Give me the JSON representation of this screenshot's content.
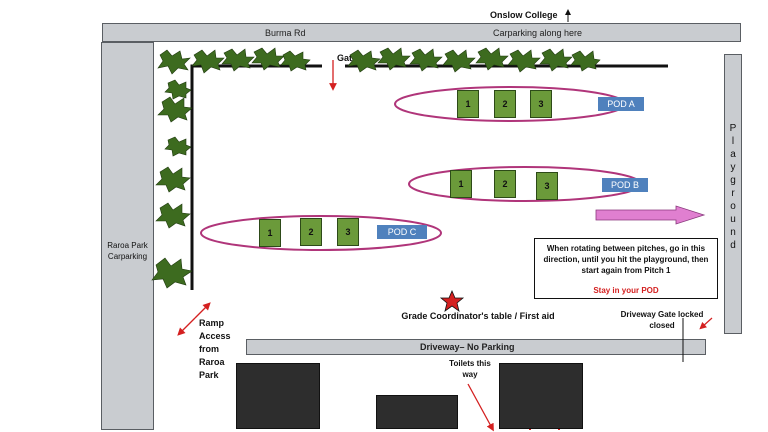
{
  "north_label": "Onslow College",
  "burma_rd": "Burma Rd",
  "carparking_top": "Carparking along here",
  "gate": "Gate",
  "raroa_carpark": "Raroa Park Carparking",
  "playground_letters": [
    "P",
    "l",
    "a",
    "y",
    "g",
    "r",
    "o",
    "u",
    "n",
    "d"
  ],
  "pods": [
    {
      "label": "POD A",
      "pitches": [
        "1",
        "2",
        "3"
      ]
    },
    {
      "label": "POD B",
      "pitches": [
        "1",
        "2",
        "3"
      ]
    },
    {
      "label": "POD C",
      "pitches": [
        "1",
        "2",
        "3"
      ]
    }
  ],
  "rotation_note": "When  rotating between pitches, go in this direction, until you hit the playground, then start again from Pitch 1",
  "stay_note": "Stay in your POD",
  "grade_table": "Grade Coordinator's table / First aid",
  "driveway_gate": "Driveway Gate locked closed",
  "driveway": "Driveway– No Parking",
  "ramp": "Ramp Access from Raroa Park",
  "toilets": "Toilets this way",
  "colors": {
    "road": "#c9ccd0",
    "pitch_green": "#6b9a3a",
    "pod_ellipse": "#b0357a",
    "pod_label": "#4f81bd",
    "arrow_pink": "#e07fd0",
    "red": "#d42020",
    "hedge": "#3d6b1f"
  }
}
